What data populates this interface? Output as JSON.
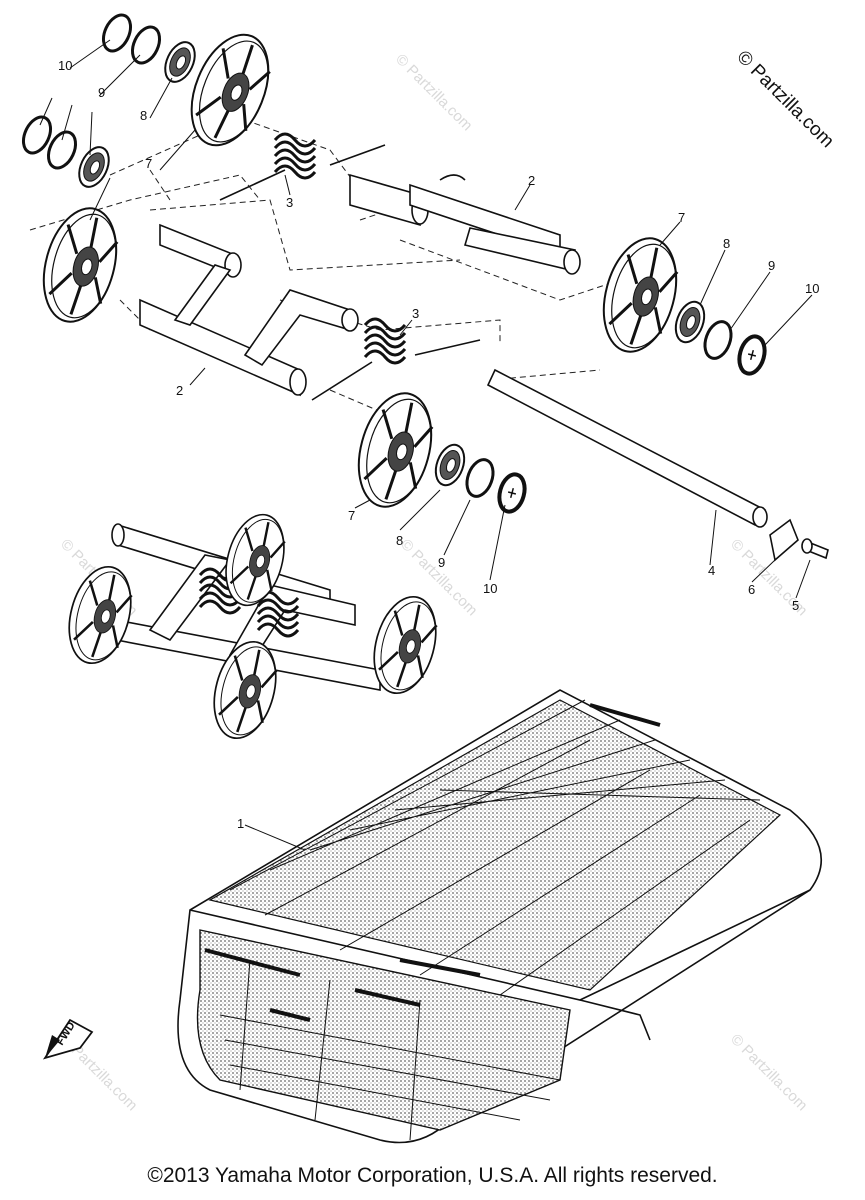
{
  "corner_mark": "© Partzilla.com",
  "watermark": "© Partzilla.com",
  "copyright": "©2013  Yamaha Motor Corporation, U.S.A. All rights reserved.",
  "fwd_label": "FWD",
  "callouts": {
    "c1": "1",
    "c2a": "2",
    "c2b": "2",
    "c3a": "3",
    "c3b": "3",
    "c4": "4",
    "c5": "5",
    "c6": "6",
    "c7a": "7",
    "c7b": "7",
    "c7c": "7",
    "c8a": "8",
    "c8b": "8",
    "c8c": "8",
    "c9a": "9",
    "c9b": "9",
    "c9c": "9",
    "c10a": "10",
    "c10b": "10",
    "c10c": "10"
  }
}
